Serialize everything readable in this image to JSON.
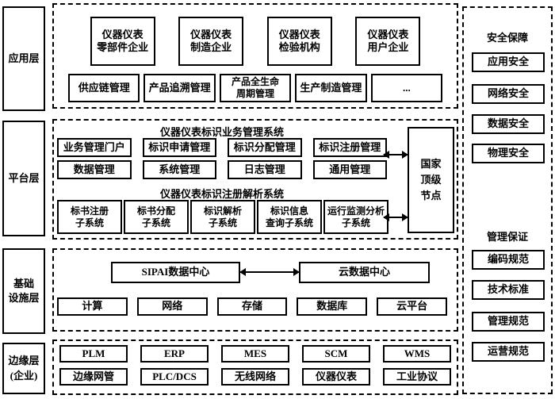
{
  "left_labels": {
    "application": "应用层",
    "platform": "平台层",
    "infrastructure": "基础\n设施层",
    "edge": "边缘层\n(企业)"
  },
  "application_layer": {
    "enterprises": [
      "仪器仪表\n零部件企业",
      "仪器仪表\n制造企业",
      "仪器仪表\n检验机构",
      "仪器仪表\n用户企业"
    ],
    "functions": [
      "供应链管理",
      "产品追溯管理",
      "产品全生命\n周期管理",
      "生产制造管理",
      "..."
    ]
  },
  "platform_layer": {
    "business_system_title": "仪器仪表标识业务管理系统",
    "business_row1": [
      "业务管理门户",
      "标识申请管理",
      "标识分配管理",
      "标识注册管理"
    ],
    "business_row2": [
      "数据管理",
      "系统管理",
      "日志管理",
      "通用管理"
    ],
    "resolution_system_title": "仪器仪表标识注册解析系统",
    "resolution_subsystems": [
      "标书注册\n子系统",
      "标书分配\n子系统",
      "标识解析\n子系统",
      "标识信息\n查询子系统",
      "运行监测分析\n子系统"
    ],
    "national_node": "国家\n顶级\n节点"
  },
  "infrastructure_layer": {
    "sipai_dc": "SIPAI数据中心",
    "cloud_dc": "云数据中心",
    "resources": [
      "计算",
      "网络",
      "存储",
      "数据库",
      "云平台"
    ]
  },
  "edge_layer": {
    "systems": [
      "PLM",
      "ERP",
      "MES",
      "SCM",
      "WMS"
    ],
    "devices": [
      "边缘网管",
      "PLC/DCS",
      "无线网络",
      "仪器仪表",
      "工业协议"
    ]
  },
  "right_panel": {
    "security_title": "安全保障",
    "security_items": [
      "应用安全",
      "网络安全",
      "数据安全",
      "物理安全"
    ],
    "management_title": "管理保证",
    "management_items": [
      "编码规范",
      "技术标准",
      "管理规范",
      "运营规范"
    ]
  },
  "colors": {
    "line": "#000000",
    "background": "#ffffff"
  }
}
